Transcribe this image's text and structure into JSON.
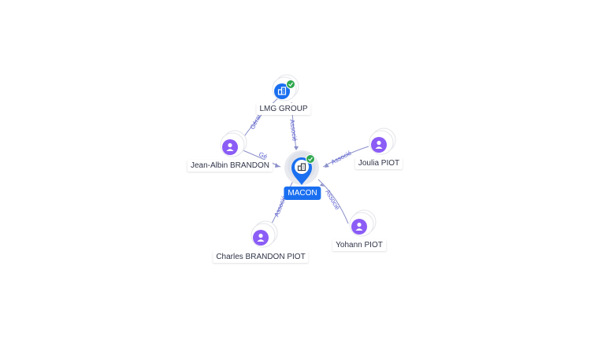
{
  "colors": {
    "edge": "#8a8fc9",
    "person": "#8b5cf6",
    "company": "#1a6ff0",
    "check": "#2fa84f"
  },
  "center": {
    "label": "MACON",
    "icon": "building-icon",
    "verified": true
  },
  "company": {
    "label": "LMG GROUP",
    "icon": "building-icon",
    "verified": true,
    "edge_label": "Associé"
  },
  "people": [
    {
      "id": "jean-albin",
      "label": "Jean-Albin BRANDON",
      "edge_label": "Gé"
    },
    {
      "id": "joulia",
      "label": "Joulia PIOT",
      "edge_label": "Associé"
    },
    {
      "id": "charles",
      "label": "Charles BRANDON PIOT",
      "edge_label": "Associé"
    },
    {
      "id": "yohann",
      "label": "Yohann PIOT",
      "edge_label": "Associé"
    }
  ],
  "extra_edges": [
    {
      "from": "jean-albin",
      "to": "company",
      "label": "Gérar"
    }
  ]
}
